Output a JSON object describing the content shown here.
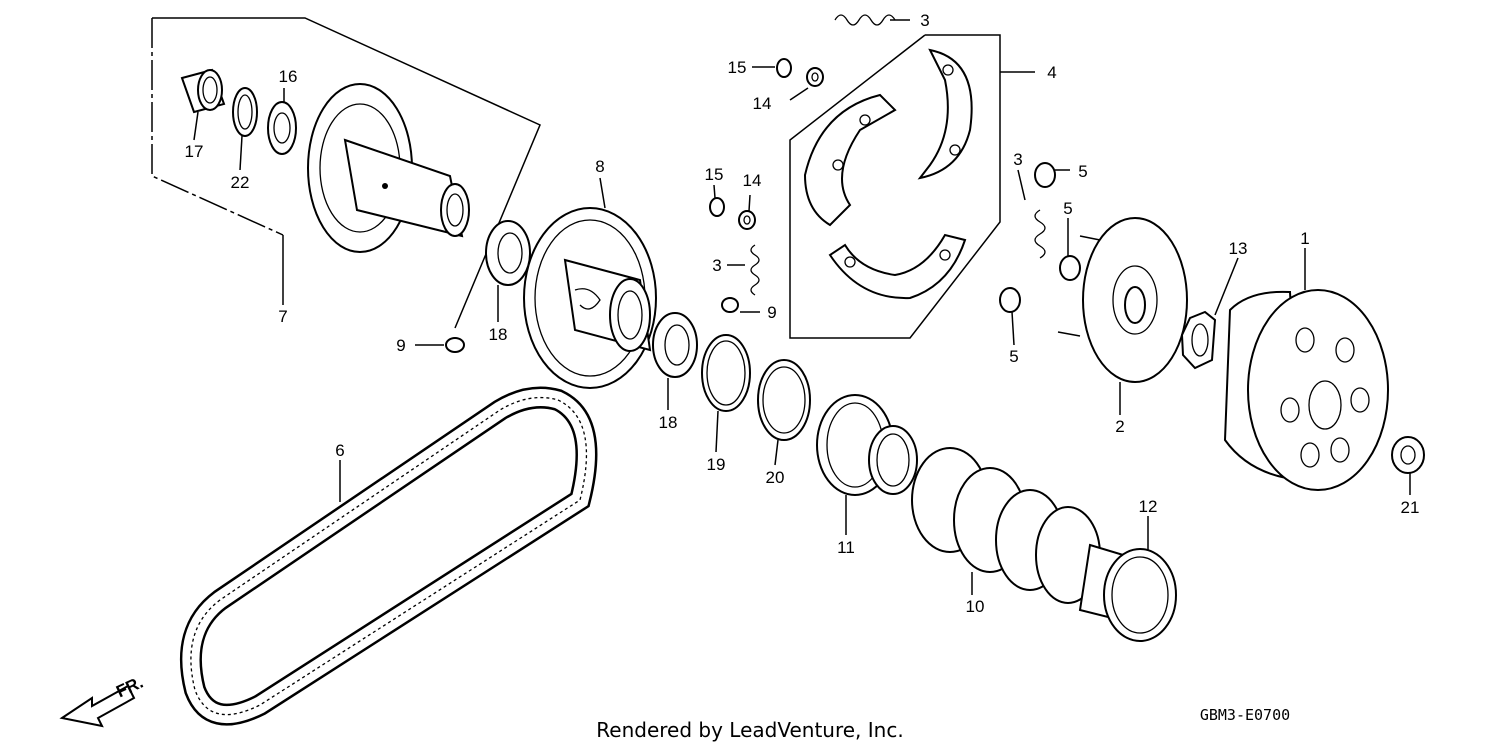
{
  "diagram": {
    "callouts": [
      {
        "id": "c1",
        "text": "1"
      },
      {
        "id": "c2",
        "text": "2"
      },
      {
        "id": "c3a",
        "text": "3"
      },
      {
        "id": "c3b",
        "text": "3"
      },
      {
        "id": "c3c",
        "text": "3"
      },
      {
        "id": "c4",
        "text": "4"
      },
      {
        "id": "c5a",
        "text": "5"
      },
      {
        "id": "c5b",
        "text": "5"
      },
      {
        "id": "c5c",
        "text": "5"
      },
      {
        "id": "c6",
        "text": "6"
      },
      {
        "id": "c7",
        "text": "7"
      },
      {
        "id": "c8",
        "text": "8"
      },
      {
        "id": "c9a",
        "text": "9"
      },
      {
        "id": "c9b",
        "text": "9"
      },
      {
        "id": "c10",
        "text": "10"
      },
      {
        "id": "c11",
        "text": "11"
      },
      {
        "id": "c12",
        "text": "12"
      },
      {
        "id": "c13",
        "text": "13"
      },
      {
        "id": "c14a",
        "text": "14"
      },
      {
        "id": "c14b",
        "text": "14"
      },
      {
        "id": "c15a",
        "text": "15"
      },
      {
        "id": "c15b",
        "text": "15"
      },
      {
        "id": "c16",
        "text": "16"
      },
      {
        "id": "c17",
        "text": "17"
      },
      {
        "id": "c18a",
        "text": "18"
      },
      {
        "id": "c18b",
        "text": "18"
      },
      {
        "id": "c19",
        "text": "19"
      },
      {
        "id": "c20",
        "text": "20"
      },
      {
        "id": "c21",
        "text": "21"
      },
      {
        "id": "c22",
        "text": "22"
      }
    ],
    "front_arrow_label": "FR.",
    "credit": "Rendered by LeadVenture, Inc.",
    "diagram_code": "GBM3-E0700"
  }
}
